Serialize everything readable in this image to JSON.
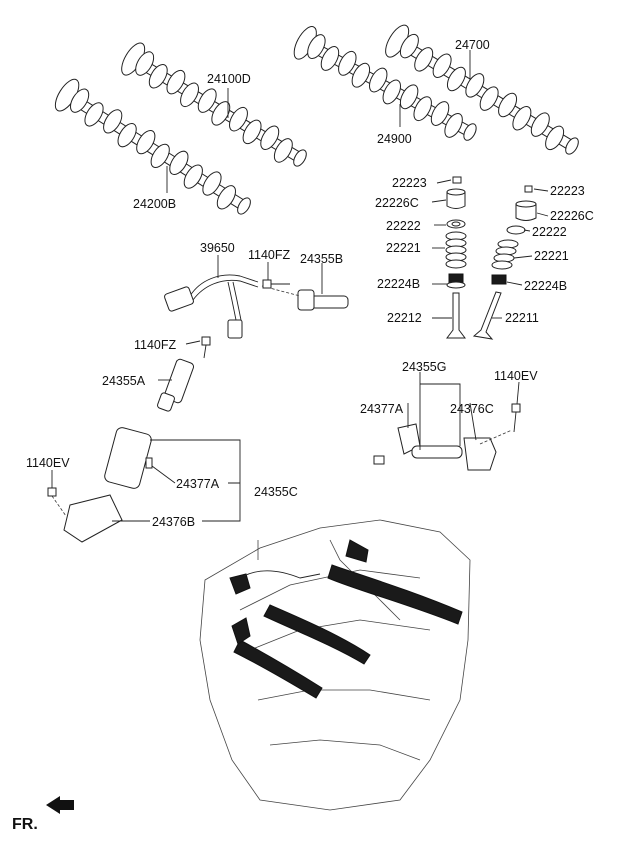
{
  "diagram": {
    "labels": {
      "p24100D": "24100D",
      "p24200B": "24200B",
      "p24700": "24700",
      "p24900": "24900",
      "p22223a": "22223",
      "p22226Ca": "22226C",
      "p22222a": "22222",
      "p22221a": "22221",
      "p22224Ba": "22224B",
      "p22212": "22212",
      "p22223b": "22223",
      "p22226Cb": "22226C",
      "p22222b": "22222",
      "p22221b": "22221",
      "p22224Bb": "22224B",
      "p22211": "22211",
      "p39650": "39650",
      "p1140FZa": "1140FZ",
      "p24355B": "24355B",
      "p1140FZb": "1140FZ",
      "p24355A": "24355A",
      "p24355G": "24355G",
      "p1140EVa": "1140EV",
      "p24377Aa": "24377A",
      "p24376Ca": "24376C",
      "p1140EVb": "1140EV",
      "p24377Ab": "24377A",
      "p24355C": "24355C",
      "p24376B": "24376B"
    },
    "direction_indicator": "FR.",
    "colors": {
      "line": "#222222",
      "background": "#ffffff"
    }
  }
}
